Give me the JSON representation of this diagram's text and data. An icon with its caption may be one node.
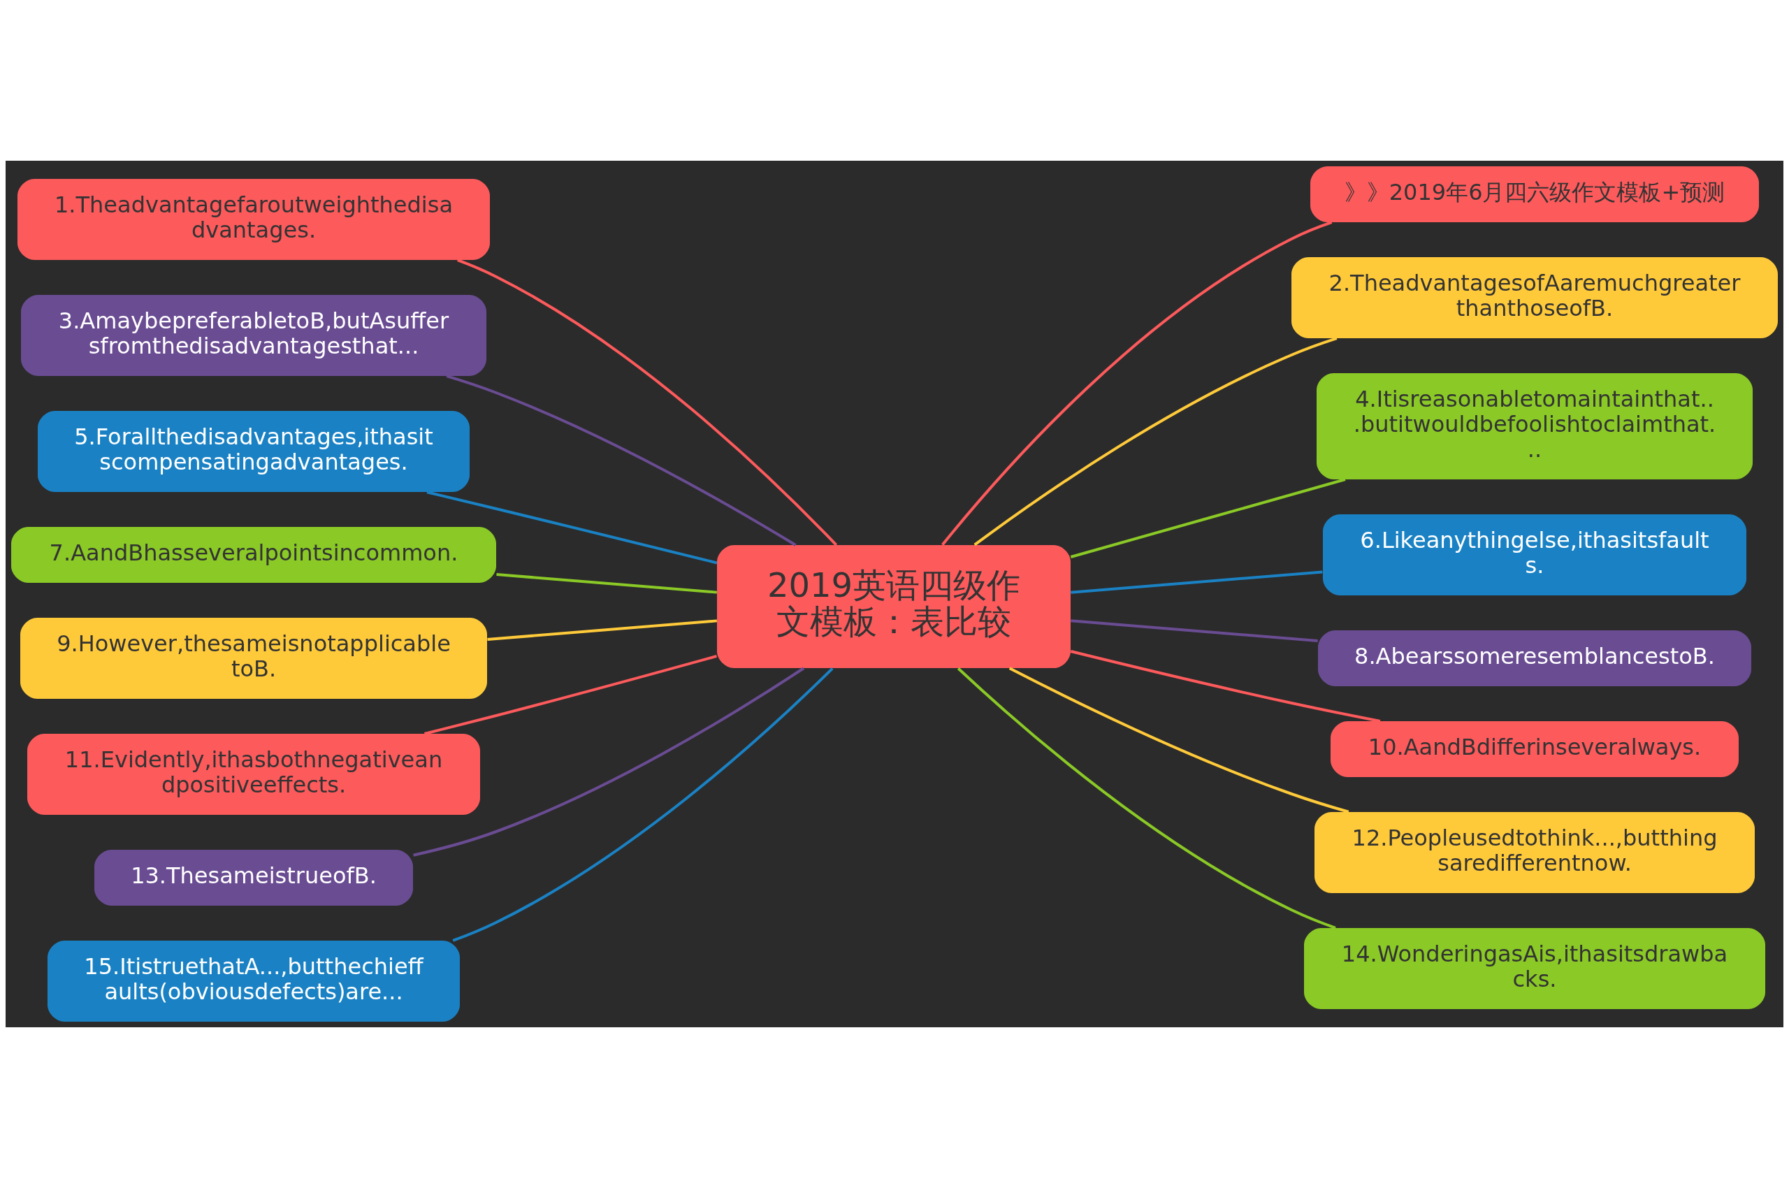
{
  "diagram": {
    "nodes": [
      {
        "text": [
          "2019英语四级作文模板：表比较"
        ]
      },
      {
        "text": [
          "1.Theadvantagefaroutweighthedisadvantages."
        ]
      },
      {
        "text": [
          "3.AmaybepreferabletoB,butAsuffersfromthedisadvantagesthat..."
        ]
      },
      {
        "text": [
          "5.Forallthedisadvantages,ithasitscompensatingadvantages."
        ]
      },
      {
        "text": [
          "7.AandBhasseveralpointsincommon."
        ]
      },
      {
        "text": [
          "9.However,thesameisnotapplicabletoB."
        ]
      },
      {
        "text": [
          "11.Evidently,ithasbothnegativeandpositiveeffects."
        ]
      },
      {
        "text": [
          "13.ThesameistrueofB."
        ]
      },
      {
        "text": [
          "15.ItistruethatA...,butthechieffaults(obviousdefects)are..."
        ]
      },
      {
        "text": [
          "》》2019年6月四六级作文模板+预测"
        ]
      },
      {
        "text": [
          "2.TheadvantagesofAaremuchgreaterthanthoseofB."
        ]
      },
      {
        "text": [
          "4.Itisreasonabletomaintainthat...butitwouldbefoolishtoclaimthat..."
        ]
      },
      {
        "text": [
          "6.Likeanythingelse,ithasitsfaults."
        ]
      },
      {
        "text": [
          "8.AbearssomeresemblancestoB."
        ]
      },
      {
        "text": [
          "10.AandBdifferinseveralways."
        ]
      },
      {
        "text": [
          "12.Peopleusedtothink...,butthingsaredifferentnow."
        ]
      },
      {
        "text": [
          "14.WonderingasAis,ithasitsdrawbacks."
        ]
      }
    ],
    "edges": [
      {
        "from": 0,
        "to": 1,
        "arrow": "none",
        "color": "#fd5a5c"
      },
      {
        "from": 0,
        "to": 2,
        "arrow": "none",
        "color": "#6a4c93"
      },
      {
        "from": 0,
        "to": 3,
        "arrow": "none",
        "color": "#1a82c4"
      },
      {
        "from": 0,
        "to": 4,
        "arrow": "none",
        "color": "#8ac926"
      },
      {
        "from": 0,
        "to": 5,
        "arrow": "none",
        "color": "#ffca3a"
      },
      {
        "from": 0,
        "to": 6,
        "arrow": "none",
        "color": "#fd5a5c"
      },
      {
        "from": 0,
        "to": 7,
        "arrow": "none",
        "color": "#6a4c93"
      },
      {
        "from": 0,
        "to": 8,
        "arrow": "none",
        "color": "#1a82c4"
      },
      {
        "from": 0,
        "to": 9,
        "arrow": "none",
        "color": "#fd5a5c"
      },
      {
        "from": 0,
        "to": 10,
        "arrow": "none",
        "color": "#ffca3a"
      },
      {
        "from": 0,
        "to": 11,
        "arrow": "none",
        "color": "#8ac926"
      },
      {
        "from": 0,
        "to": 12,
        "arrow": "none",
        "color": "#1a82c4"
      },
      {
        "from": 0,
        "to": 13,
        "arrow": "none",
        "color": "#6a4c93"
      },
      {
        "from": 0,
        "to": 14,
        "arrow": "none",
        "color": "#fd5a5c"
      },
      {
        "from": 0,
        "to": 15,
        "arrow": "none",
        "color": "#ffca3a"
      },
      {
        "from": 0,
        "to": 16,
        "arrow": "none",
        "color": "#8ac926"
      }
    ]
  }
}
